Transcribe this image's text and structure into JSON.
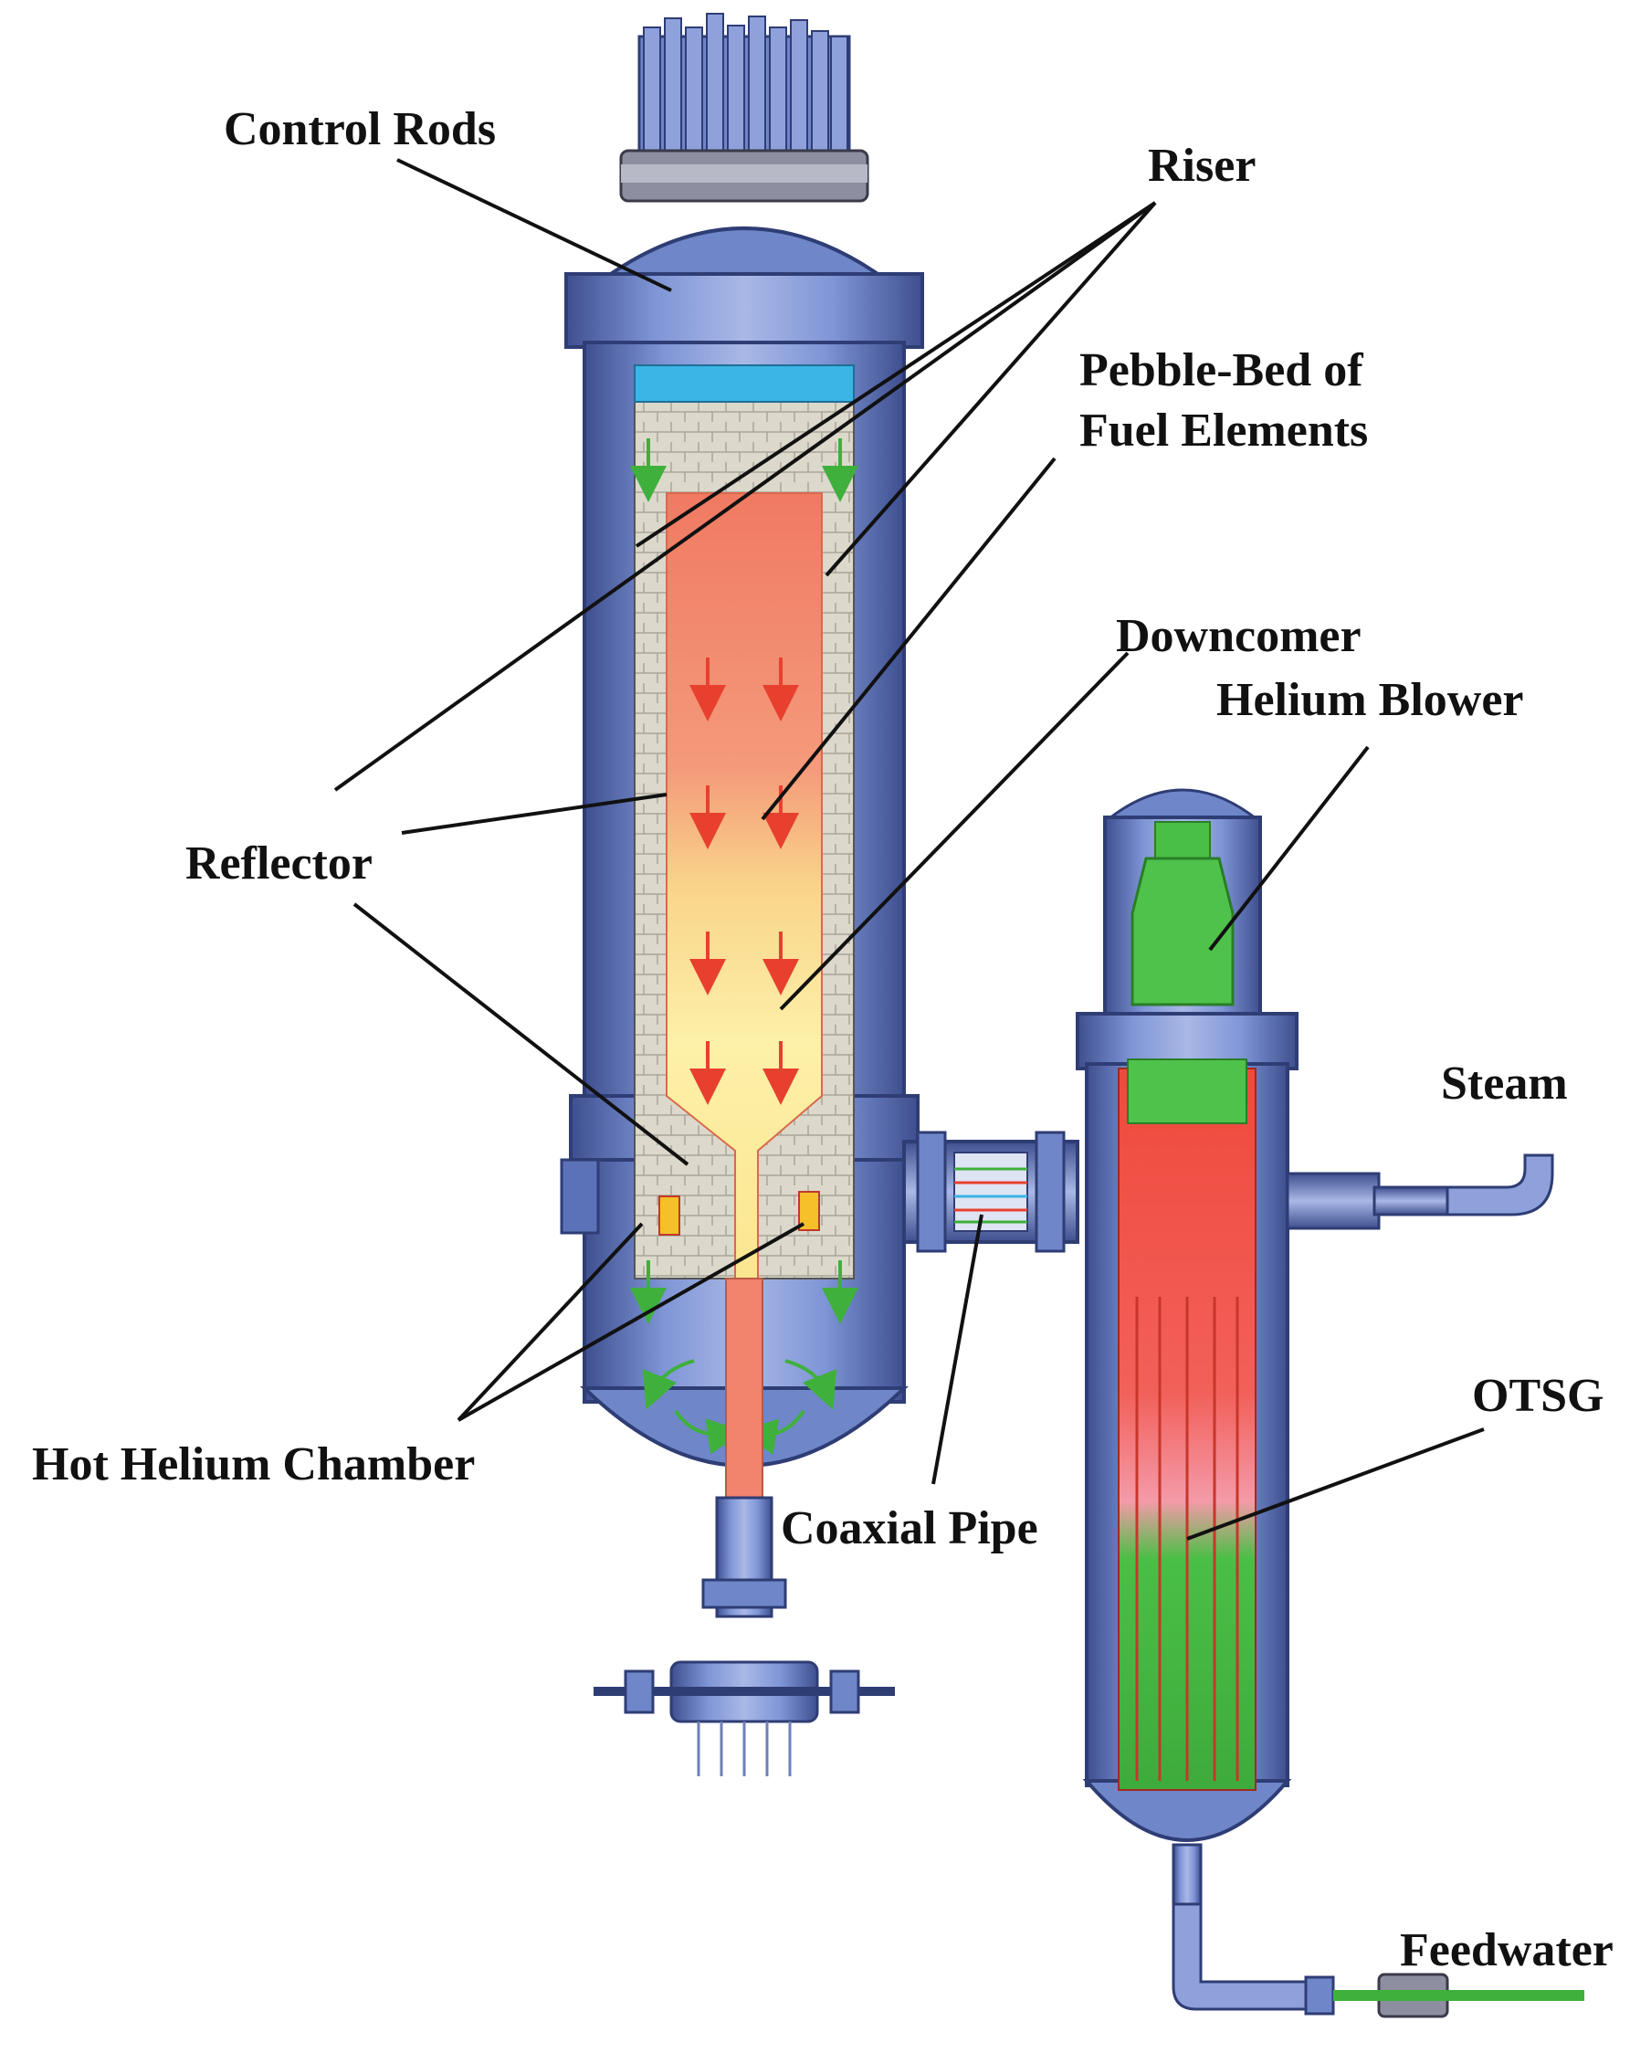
{
  "labels": {
    "control_rods": "Control Rods",
    "riser": "Riser",
    "pebble_bed_line1": "Pebble-Bed of",
    "pebble_bed_line2": "Fuel Elements",
    "downcomer": "Downcomer",
    "helium_blower": "Helium Blower",
    "reflector": "Reflector",
    "steam": "Steam",
    "otsg": "OTSG",
    "hot_helium_chamber": "Hot Helium Chamber",
    "coaxial_pipe": "Coaxial Pipe",
    "feedwater": "Feedwater"
  },
  "colors": {
    "vessel_blue": "#6f86c9",
    "vessel_dark": "#3e4f8f",
    "vessel_light": "#a9b8e6",
    "hot_core": "#f2836d",
    "warm_core": "#fbe9a0",
    "reflector_grey": "#d9d6c8",
    "helium_green": "#4fc24b",
    "hot_red": "#f0493b",
    "water_blue": "#3bb4e6",
    "leader_line": "#111111"
  }
}
